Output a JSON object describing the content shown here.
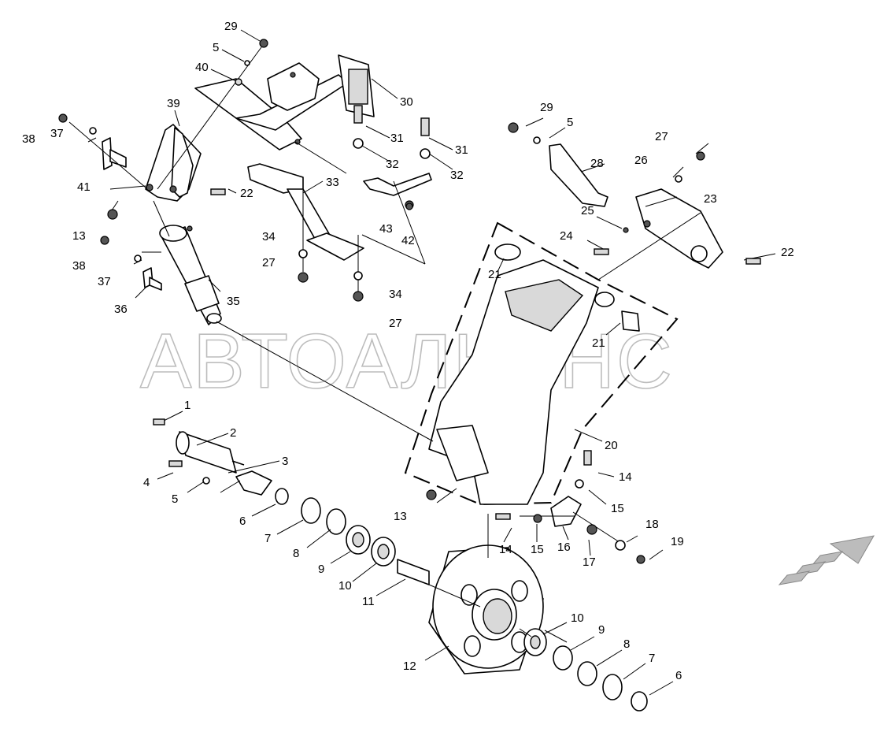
{
  "watermark": "АВТОАЛЬЯНС",
  "callouts": [
    {
      "id": "c29a",
      "text": "29"
    },
    {
      "id": "c5a",
      "text": "5"
    },
    {
      "id": "c40",
      "text": "40"
    },
    {
      "id": "c30",
      "text": "30"
    },
    {
      "id": "c39",
      "text": "39"
    },
    {
      "id": "c38a",
      "text": "38"
    },
    {
      "id": "c37a",
      "text": "37"
    },
    {
      "id": "c41",
      "text": "41"
    },
    {
      "id": "c31a",
      "text": "31"
    },
    {
      "id": "c32a",
      "text": "32"
    },
    {
      "id": "c31b",
      "text": "31"
    },
    {
      "id": "c32b",
      "text": "32"
    },
    {
      "id": "c22a",
      "text": "22"
    },
    {
      "id": "c33",
      "text": "33"
    },
    {
      "id": "c13a",
      "text": "13"
    },
    {
      "id": "c43",
      "text": "43"
    },
    {
      "id": "c42",
      "text": "42"
    },
    {
      "id": "c34a",
      "text": "34"
    },
    {
      "id": "c27a",
      "text": "27"
    },
    {
      "id": "c38b",
      "text": "38"
    },
    {
      "id": "c37b",
      "text": "37"
    },
    {
      "id": "c35",
      "text": "35"
    },
    {
      "id": "c36",
      "text": "36"
    },
    {
      "id": "c34b",
      "text": "34"
    },
    {
      "id": "c27b",
      "text": "27"
    },
    {
      "id": "c29b",
      "text": "29"
    },
    {
      "id": "c5b",
      "text": "5"
    },
    {
      "id": "c28",
      "text": "28"
    },
    {
      "id": "c27c",
      "text": "27"
    },
    {
      "id": "c26",
      "text": "26"
    },
    {
      "id": "c23",
      "text": "23"
    },
    {
      "id": "c25",
      "text": "25"
    },
    {
      "id": "c24",
      "text": "24"
    },
    {
      "id": "c22b",
      "text": "22"
    },
    {
      "id": "c21a",
      "text": "21"
    },
    {
      "id": "c21b",
      "text": "21"
    },
    {
      "id": "c20",
      "text": "20"
    },
    {
      "id": "c1",
      "text": "1"
    },
    {
      "id": "c2",
      "text": "2"
    },
    {
      "id": "c3",
      "text": "3"
    },
    {
      "id": "c4",
      "text": "4"
    },
    {
      "id": "c5c",
      "text": "5"
    },
    {
      "id": "c6a",
      "text": "6"
    },
    {
      "id": "c7a",
      "text": "7"
    },
    {
      "id": "c8a",
      "text": "8"
    },
    {
      "id": "c9a",
      "text": "9"
    },
    {
      "id": "c10a",
      "text": "10"
    },
    {
      "id": "c11",
      "text": "11"
    },
    {
      "id": "c13b",
      "text": "13"
    },
    {
      "id": "c14a",
      "text": "14"
    },
    {
      "id": "c15a",
      "text": "15"
    },
    {
      "id": "c14b",
      "text": "14"
    },
    {
      "id": "c15b",
      "text": "15"
    },
    {
      "id": "c16",
      "text": "16"
    },
    {
      "id": "c17",
      "text": "17"
    },
    {
      "id": "c18",
      "text": "18"
    },
    {
      "id": "c19",
      "text": "19"
    },
    {
      "id": "c12",
      "text": "12"
    },
    {
      "id": "c10b",
      "text": "10"
    },
    {
      "id": "c9b",
      "text": "9"
    },
    {
      "id": "c8b",
      "text": "8"
    },
    {
      "id": "c7b",
      "text": "7"
    },
    {
      "id": "c6b",
      "text": "6"
    }
  ]
}
